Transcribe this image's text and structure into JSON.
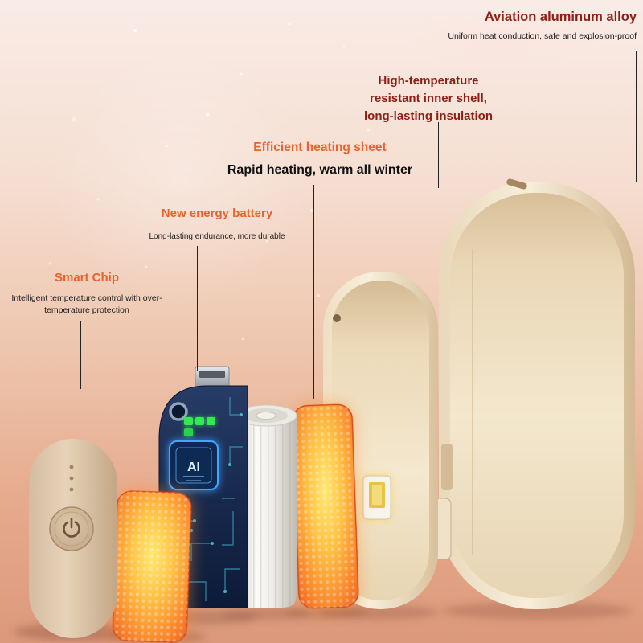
{
  "annotations": {
    "aluminum_alloy": {
      "title": "Aviation aluminum alloy",
      "subtitle": "Uniform heat conduction, safe and explosion-proof"
    },
    "inner_shell": {
      "title": "High-temperature resistant inner shell, long-lasting insulation"
    },
    "heating_sheet": {
      "title": "Efficient heating sheet",
      "tagline": "Rapid heating, warm all winter"
    },
    "battery": {
      "title": "New energy battery",
      "subtitle": "Long-lasting endurance, more durable"
    },
    "smart_chip": {
      "title": "Smart Chip",
      "subtitle": "Intelligent temperature control with over-temperature protection"
    }
  },
  "device": {
    "chip_label": "AI"
  },
  "colors": {
    "title_red": "#8e1f15",
    "title_orange": "#e8622a",
    "text_dark": "#1c1c1c",
    "heat_orange": "#f07020",
    "shell_cream": "#f1e4c9",
    "board_navy": "#16274a",
    "led_green": "#35e952",
    "chip_glow_blue": "#3fa6ff"
  }
}
